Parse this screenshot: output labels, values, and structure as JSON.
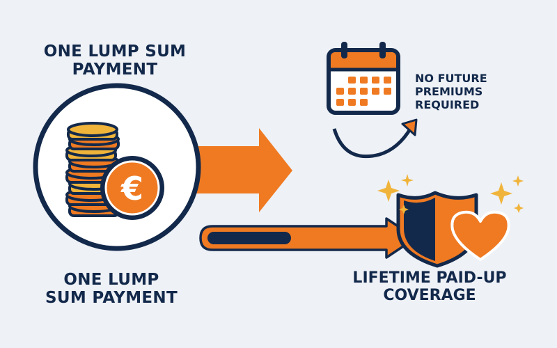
{
  "labels": {
    "top": [
      "ONE LUMP SUM",
      "PAYMENT"
    ],
    "bottom": [
      "ONE LUMP",
      "SUM PAYMENT"
    ],
    "premiums": [
      "NO FUTURE",
      "PREMIUMS",
      "REQUIRED"
    ],
    "coverage": [
      "LIFETIME PAID-UP",
      "COVERAGE"
    ]
  },
  "coin_symbol": "€",
  "icons": {
    "coins": "coin-stack-icon",
    "euro": "euro-coin-icon",
    "calendar": "calendar-icon",
    "curved_arrow": "curved-arrow-icon",
    "big_arrow": "right-arrow-icon",
    "progress_arrow": "progress-arrow-icon",
    "shield": "shield-icon",
    "heart": "heart-icon",
    "sparkles": "sparkle-icon"
  },
  "colors": {
    "navy": "#13294b",
    "orange": "#ef7a22",
    "gold": "#f0b43a",
    "background": "#eef1f6",
    "white": "#ffffff"
  }
}
